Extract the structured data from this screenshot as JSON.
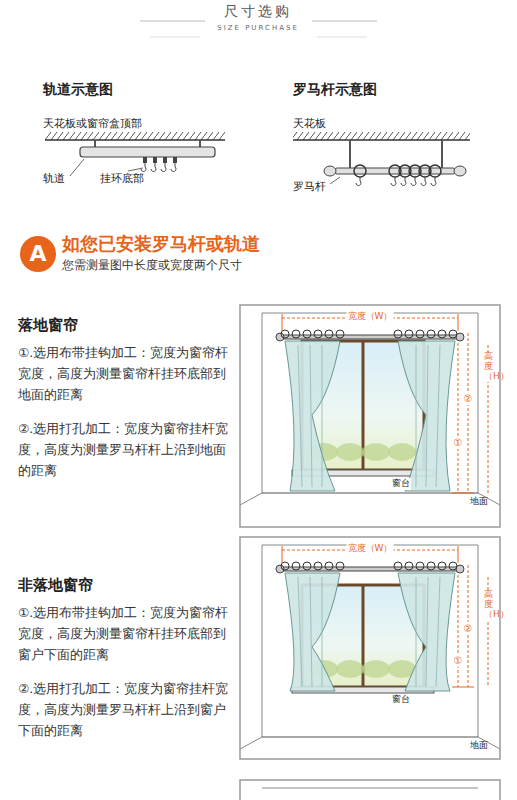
{
  "diagram": {
    "title": "尺寸选购",
    "nodes": [
      {
        "text": [
          "A"
        ]
      }
    ],
    "labels": [
      "SIZE PURCHASE",
      "轨道示意图",
      "天花板或窗帘盒顶部",
      "轨道",
      "挂环底部",
      "罗马杆示意图",
      "天花板",
      "罗马杆",
      "如您已安装罗马杆或轨道",
      "您需测量图中长度或宽度两个尺寸",
      "落地窗帘",
      "①.选用布带挂钩加工：宽度为窗帘杆宽度，高度为测量窗帘杆挂环底部到地面的距离",
      "②.选用打孔加工：宽度为窗帘挂杆宽度，高度为测量罗马杆杆上沿到地面的距离",
      "宽度（W）",
      "高度（H）",
      "②",
      "①",
      "窗台",
      "地面",
      "非落地窗帘",
      "①.选用布带挂钩加工：宽度为窗帘杆宽度，高度为测量窗帘杆挂环底部到窗户下面的距离",
      "②.选用打孔加工：宽度为窗帘挂杆宽度，高度为测量罗马杆杆上沿到窗户下面的距离",
      "宽度（W）",
      "高度（H）",
      "②",
      "①",
      "窗台",
      "地面"
    ]
  }
}
